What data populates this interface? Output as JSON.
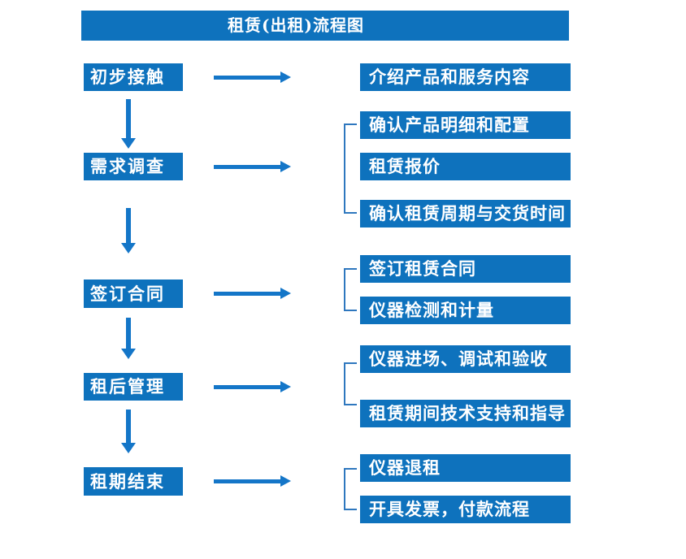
{
  "title": "租赁(出租)流程图",
  "colors": {
    "box_fill": "#0e72bd",
    "arrow": "#1476c8",
    "bracket": "#2e77be",
    "text_on_fill": "#ffffff",
    "background": "#ffffff"
  },
  "stages": [
    {
      "label": "初步接触",
      "outputs": [
        "介绍产品和服务内容"
      ]
    },
    {
      "label": "需求调查",
      "outputs": [
        "确认产品明细和配置",
        "租赁报价",
        "确认租赁周期与交货时间"
      ]
    },
    {
      "label": "签订合同",
      "outputs": [
        "签订租赁合同",
        "仪器检测和计量"
      ]
    },
    {
      "label": "租后管理",
      "outputs": [
        "仪器进场、调试和验收",
        "租赁期间技术支持和指导"
      ]
    },
    {
      "label": "租期结束",
      "outputs": [
        "仪器退租",
        "开具发票，付款流程"
      ]
    }
  ]
}
